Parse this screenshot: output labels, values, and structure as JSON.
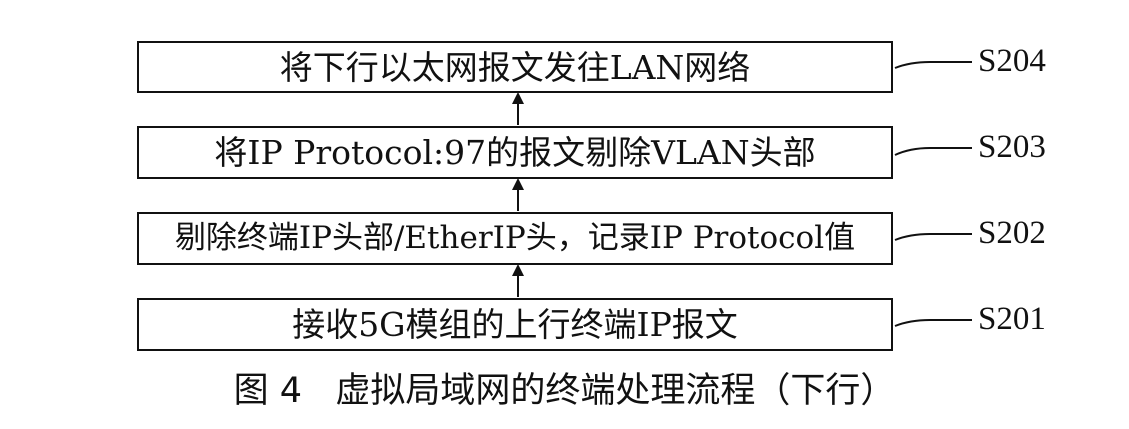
{
  "steps": [
    {
      "id": "S204",
      "text": "将下行以太网报文发往LAN网络"
    },
    {
      "id": "S203",
      "text": "将IP Protocol:97的报文剔除VLAN头部"
    },
    {
      "id": "S202",
      "text": "剔除终端IP头部/EtherIP头，记录IP Protocol值"
    },
    {
      "id": "S201",
      "text": "接收5G模组的上行终端IP报文"
    }
  ],
  "caption": "图 4   虚拟局域网的终端处理流程（下行）"
}
